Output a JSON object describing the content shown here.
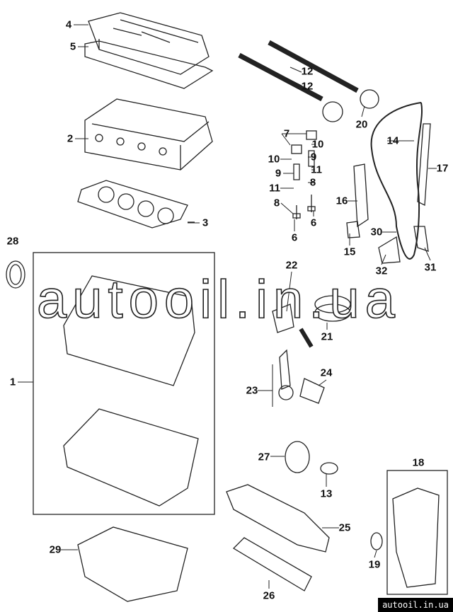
{
  "diagram": {
    "labels": [
      "4",
      "5",
      "12",
      "12",
      "20",
      "2",
      "7",
      "10",
      "10",
      "9",
      "9",
      "11",
      "11",
      "8",
      "8",
      "14",
      "17",
      "16",
      "6",
      "6",
      "3",
      "28",
      "15",
      "30",
      "32",
      "31",
      "22",
      "21",
      "24",
      "1",
      "23",
      "27",
      "13",
      "18",
      "25",
      "29",
      "19",
      "26"
    ]
  },
  "watermark": "autooil.in.ua",
  "footer_badge": "autooil.in.ua"
}
